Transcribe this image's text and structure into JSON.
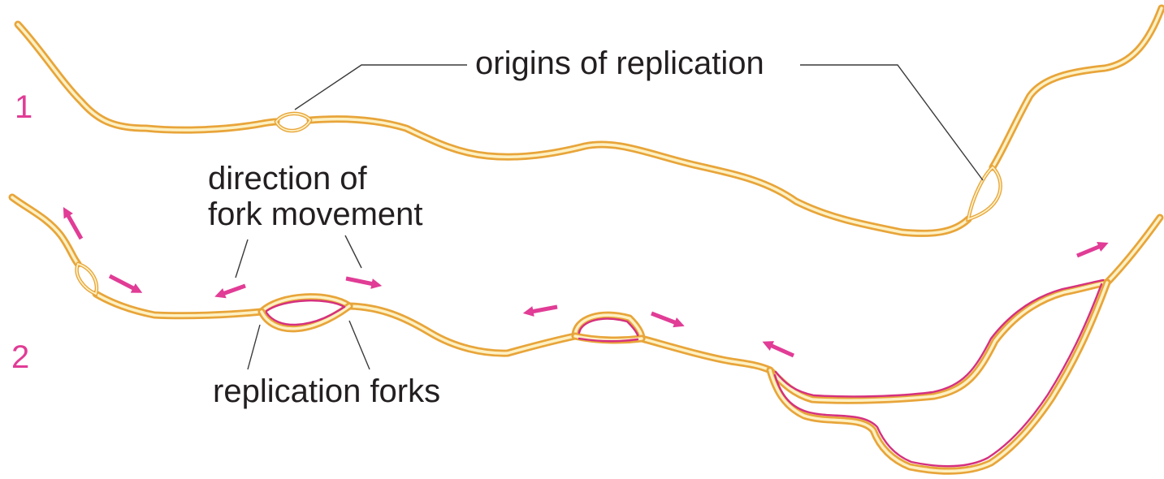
{
  "stages": [
    "1",
    "2"
  ],
  "labels": {
    "origins": "origins of replication",
    "direction_line1": "direction of",
    "direction_line2": "fork movement",
    "forks": "replication forks"
  },
  "colors": {
    "dna_strand": "#e8a53a",
    "dna_core": "#fdf1c4",
    "new_strand": "#d5307f",
    "arrow": "#e13c96",
    "stage_number": "#e13c96",
    "text": "#231f20",
    "leader_line": "#3a3a3a"
  }
}
